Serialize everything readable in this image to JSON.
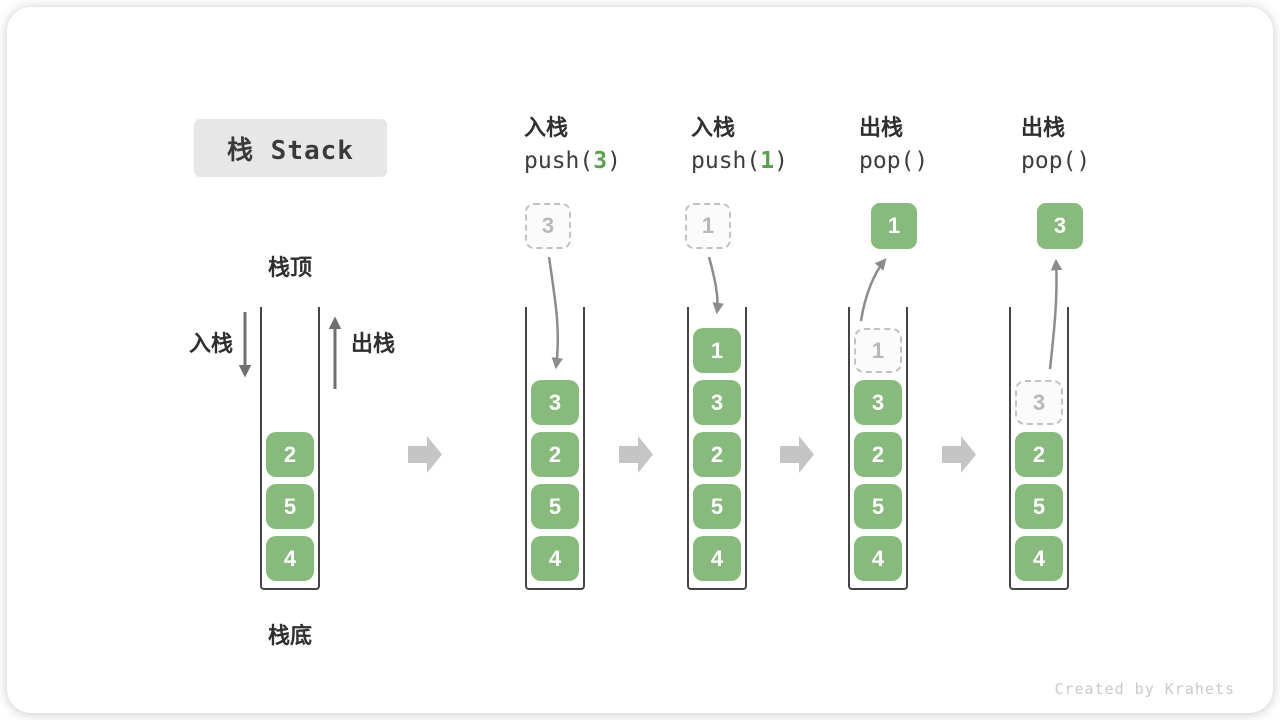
{
  "title": "栈 Stack",
  "labels": {
    "stack_top": "栈顶",
    "stack_bottom": "栈底",
    "push_side": "入栈",
    "pop_side": "出栈"
  },
  "ops": [
    {
      "label": "入栈",
      "code_pre": "push(",
      "code_arg": "3",
      "code_post": ")"
    },
    {
      "label": "入栈",
      "code_pre": "push(",
      "code_arg": "1",
      "code_post": ")"
    },
    {
      "label": "出栈",
      "code_pre": "pop(",
      "code_arg": "",
      "code_post": ")"
    },
    {
      "label": "出栈",
      "code_pre": "pop(",
      "code_arg": "",
      "code_post": ")"
    }
  ],
  "floating": {
    "push_value_1": "3",
    "push_value_2": "1",
    "pop_value_1": "1",
    "pop_value_2": "3"
  },
  "stacks": [
    {
      "items": [
        "2",
        "5",
        "4"
      ]
    },
    {
      "items": [
        "3",
        "2",
        "5",
        "4"
      ]
    },
    {
      "items": [
        "1",
        "3",
        "2",
        "5",
        "4"
      ]
    },
    {
      "ghost": "1",
      "items": [
        "3",
        "2",
        "5",
        "4"
      ]
    },
    {
      "ghost": "3",
      "items": [
        "2",
        "5",
        "4"
      ]
    }
  ],
  "colors": {
    "element_green": "#87ba7c",
    "code_arg_green": "#5ca052",
    "ghost_gray": "#c2c2c2",
    "step_arrow_gray": "#c5c5c5",
    "flow_arrow_gray": "#8c8c8c"
  },
  "footer": "Created by Krahets"
}
